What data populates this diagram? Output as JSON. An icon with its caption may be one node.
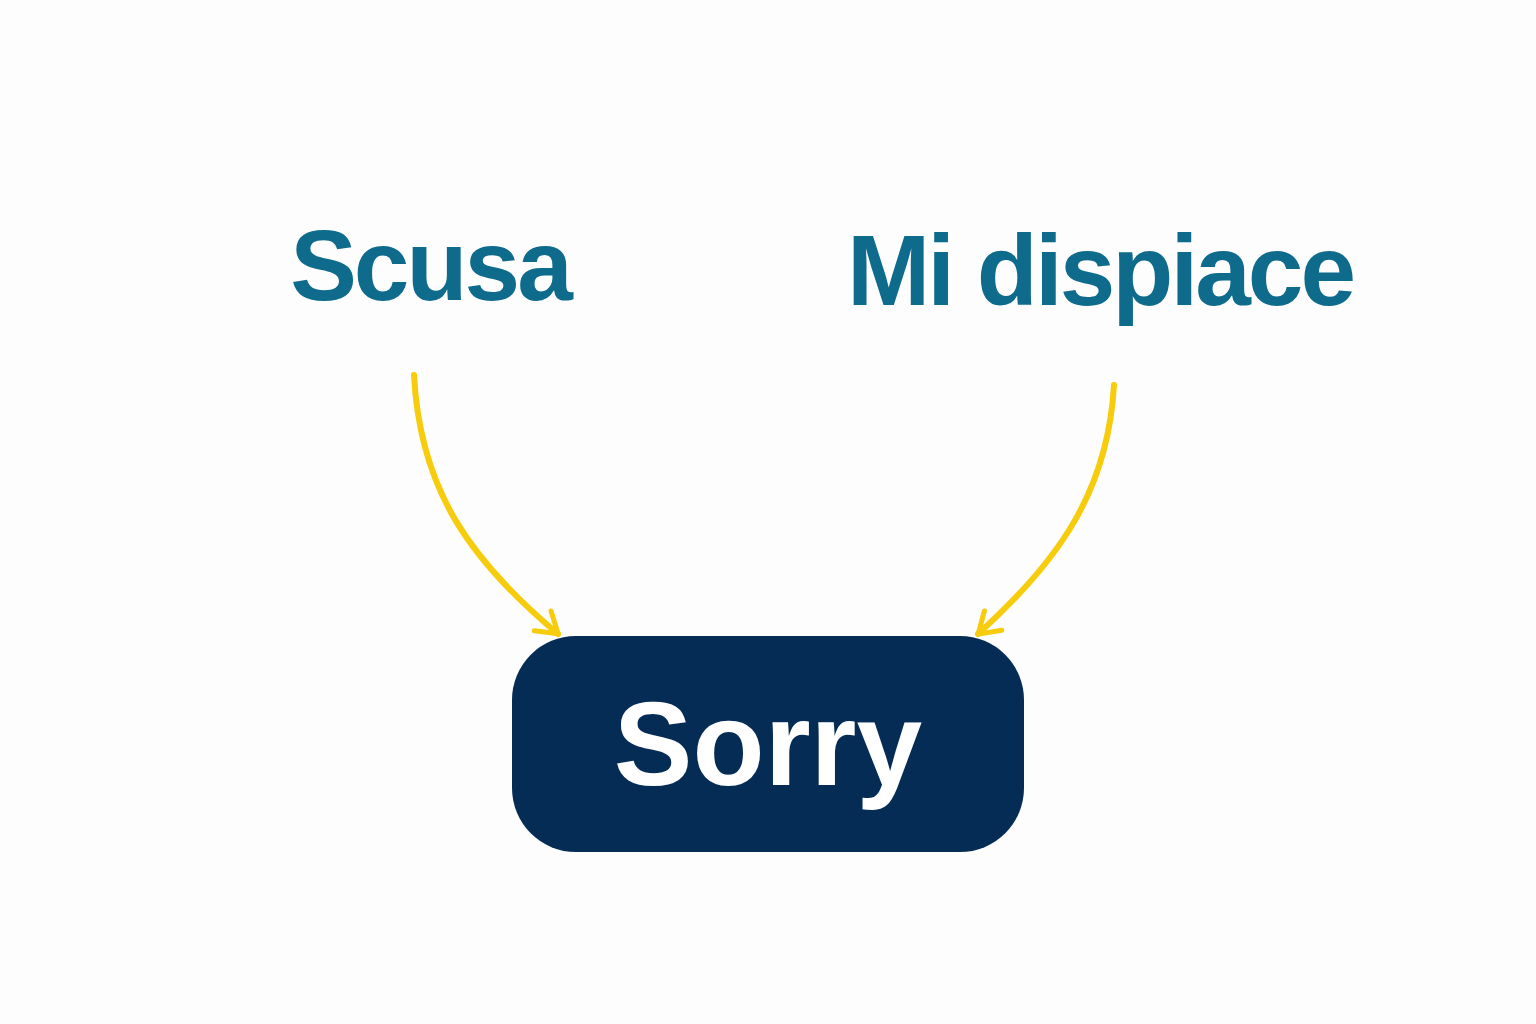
{
  "diagram": {
    "nodes": [
      {
        "text": [
          "Scusa"
        ]
      },
      {
        "text": [
          "Mi dispiace"
        ]
      },
      {
        "text": [
          "Sorry"
        ]
      }
    ],
    "edges": [
      {
        "from": 0,
        "to": 2,
        "arrow": "to"
      },
      {
        "from": 1,
        "to": 2,
        "arrow": "to"
      }
    ]
  }
}
